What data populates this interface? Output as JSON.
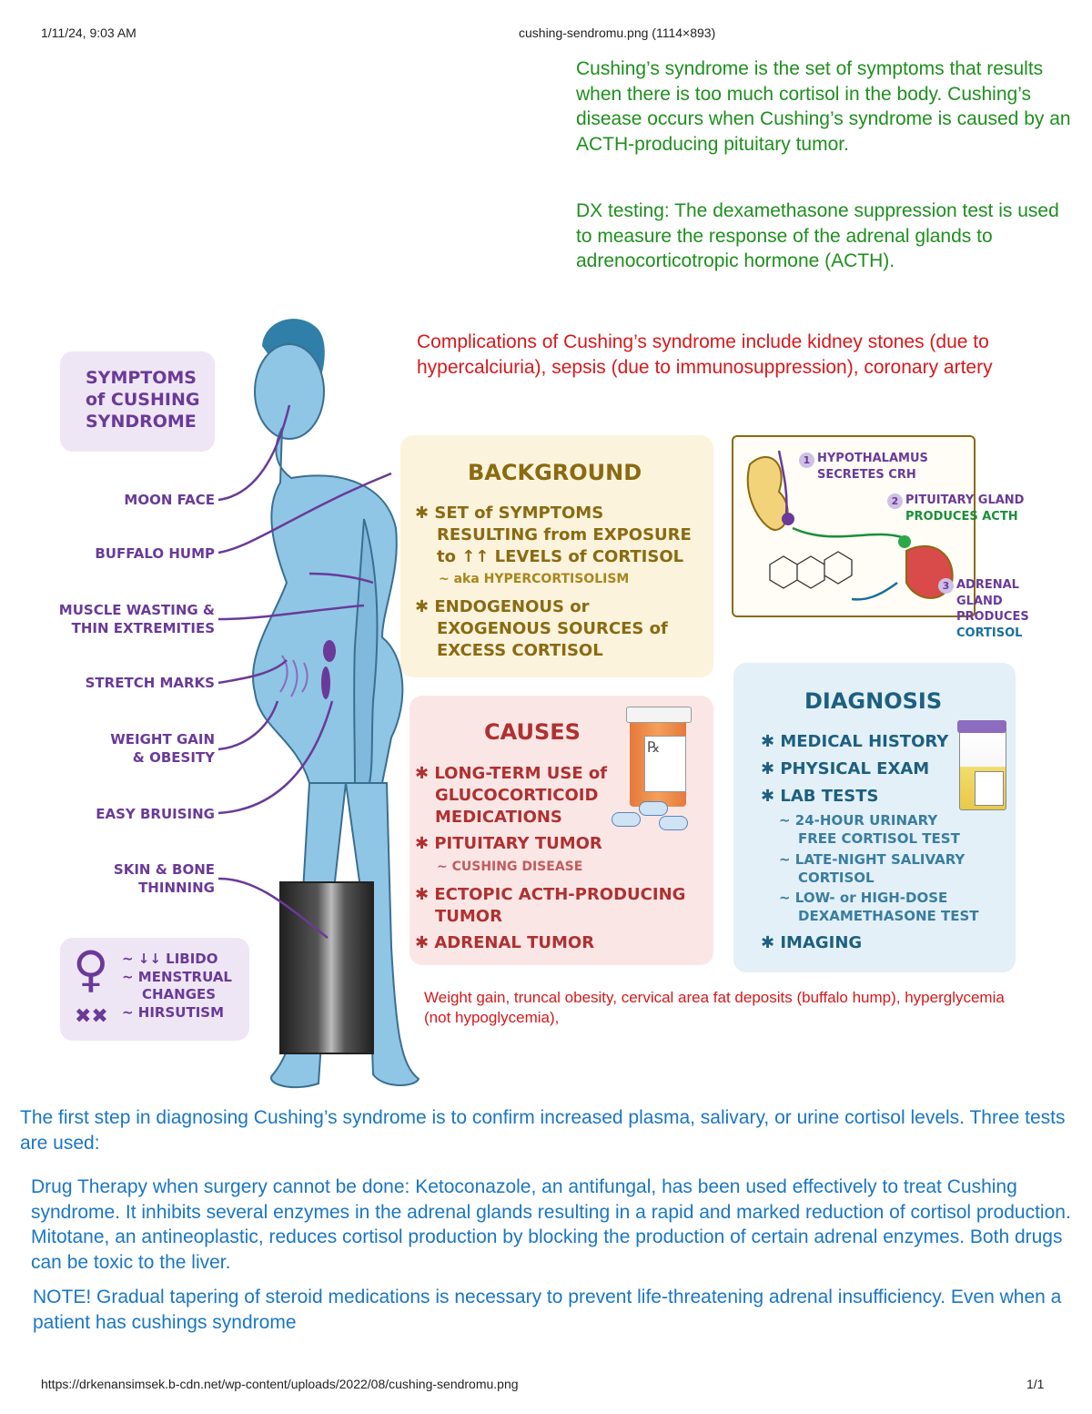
{
  "print_header": {
    "datetime": "1/11/24, 9:03 AM",
    "title": "cushing-sendromu.png (1114×893)"
  },
  "print_footer": {
    "url": "https://drkenansimsek.b-cdn.net/wp-content/uploads/2022/08/cushing-sendromu.png",
    "page": "1/1"
  },
  "notes": {
    "green_definition": "Cushing’s syndrome is the set of symptoms that results when there is too much cortisol in the body. Cushing’s disease occurs when Cushing’s syndrome is caused by an ACTH-producing pituitary tumor.",
    "green_dx": "DX testing: The dexamethasone suppression test is used to measure the response of the adrenal glands to adrenocorticotropic hormone (ACTH).",
    "red_complications": "Complications of Cushing’s syndrome include kidney stones (due to hypercalciuria), sepsis (due to immunosuppression), coronary artery",
    "red_signs": "Weight gain, truncal obesity, cervical area fat deposits (buffalo hump), hyperglycemia (not hypoglycemia),",
    "blue_first_step": "The first step in diagnosing Cushing’s syndrome is to confirm increased plasma, salivary, or urine cortisol levels. Three tests are used:",
    "blue_drug": "Drug Therapy when surgery cannot be done: Ketoconazole, an antifungal, has been used effectively to treat Cushing syndrome. It inhibits several enzymes in the adrenal glands resulting in a rapid and marked reduction of cortisol production. Mitotane, an antineoplastic, reduces cortisol production by blocking the production of certain adrenal enzymes. Both drugs can be toxic to the liver.",
    "blue_note": "NOTE! Gradual tapering of steroid medications is necessary to prevent life-threatening adrenal insufficiency. Even when a patient has cushings syndrome"
  },
  "infographic": {
    "symptoms_title": [
      "SYMPTOMS",
      "of CUSHING",
      "SYNDROME"
    ],
    "symptom_labels": [
      "MOON FACE",
      "BUFFALO HUMP",
      "MUSCLE WASTING &",
      "THIN EXTREMITIES",
      "STRETCH MARKS",
      "WEIGHT GAIN",
      "& OBESITY",
      "EASY BRUISING",
      "SKIN & BONE",
      "THINNING"
    ],
    "sex_box": [
      "~ ↓↓ LIBIDO",
      "~ MENSTRUAL",
      "CHANGES",
      "~ HIRSUTISM"
    ],
    "background": {
      "title": "BACKGROUND",
      "lines": [
        "✱ SET of SYMPTOMS",
        "RESULTING from EXPOSURE",
        "to ↑↑ LEVELS of CORTISOL",
        "~ aka HYPERCORTISOLISM",
        "✱ ENDOGENOUS or",
        "EXOGENOUS SOURCES of",
        "EXCESS CORTISOL"
      ]
    },
    "hpa": {
      "step1": [
        "HYPOTHALAMUS",
        "SECRETES CRH"
      ],
      "step2": [
        "PITUITARY GLAND",
        "PRODUCES ACTH"
      ],
      "step3": [
        "ADRENAL",
        "GLAND",
        "PRODUCES",
        "CORTISOL"
      ],
      "n1": "1",
      "n2": "2",
      "n3": "3"
    },
    "causes": {
      "title": "CAUSES",
      "lines": [
        "✱ LONG-TERM USE of",
        "GLUCOCORTICOID",
        "MEDICATIONS",
        "✱ PITUITARY TUMOR",
        "~ CUSHING DISEASE",
        "✱ ECTOPIC ACTH-PRODUCING",
        "TUMOR",
        "✱ ADRENAL TUMOR"
      ]
    },
    "diagnosis": {
      "title": "DIAGNOSIS",
      "lines": [
        "✱ MEDICAL HISTORY",
        "✱ PHYSICAL EXAM",
        "✱ LAB TESTS",
        "~ 24-HOUR URINARY",
        "FREE CORTISOL TEST",
        "~ LATE-NIGHT SALIVARY",
        "CORTISOL",
        "~ LOW- or HIGH-DOSE",
        "DEXAMETHASONE TEST",
        "✱ IMAGING"
      ]
    },
    "colors": {
      "purple": "#6a3a98",
      "body_blue": "#8fc6e6",
      "background_card": "#fbf3dc",
      "causes_card": "#fbe6e6",
      "diagnosis_card": "#e3f0f8",
      "symptoms_card": "#efe6f5"
    }
  }
}
